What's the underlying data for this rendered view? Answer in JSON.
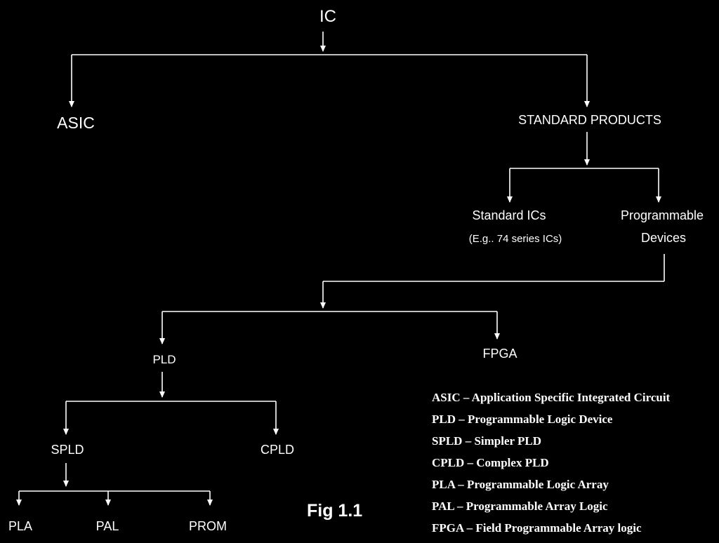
{
  "nodes": {
    "ic": "IC",
    "asic": "ASIC",
    "standard_products": "STANDARD PRODUCTS",
    "standard_ics": "Standard ICs",
    "standard_ics_example": "(E.g.. 74 series ICs)",
    "programmable": "Programmable",
    "devices": "Devices",
    "pld": "PLD",
    "fpga": "FPGA",
    "spld": "SPLD",
    "cpld": "CPLD",
    "pla": "PLA",
    "pal": "PAL",
    "prom": "PROM"
  },
  "legend": [
    "ASIC – Application Specific Integrated Circuit",
    "PLD – Programmable Logic Device",
    "SPLD – Simpler PLD",
    "CPLD – Complex PLD",
    "PLA – Programmable Logic Array",
    "PAL – Programmable Array Logic",
    "FPGA – Field Programmable Array logic"
  ],
  "caption": "Fig 1.1",
  "colors": {
    "background": "#000000",
    "line": "#ffffff",
    "text": "#ffffff"
  }
}
